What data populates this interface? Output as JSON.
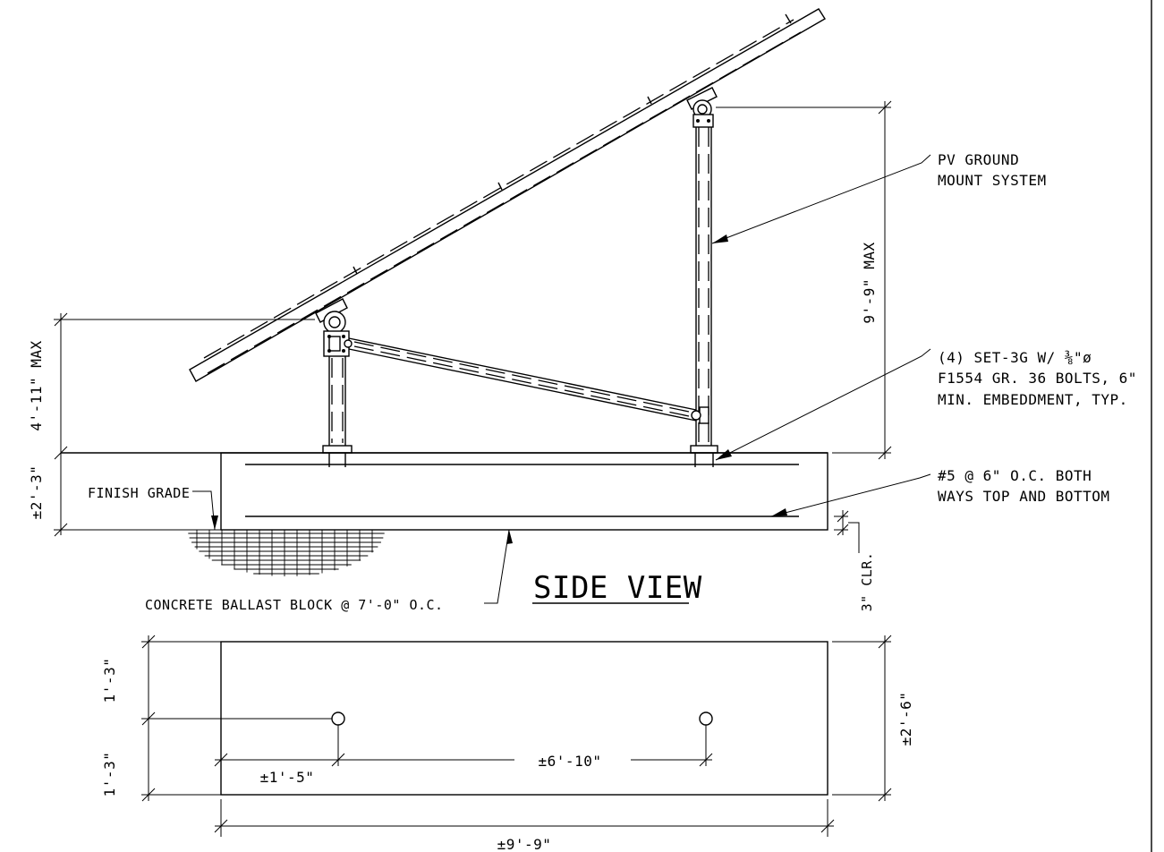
{
  "labels": {
    "pv_ground_mount": [
      "PV GROUND",
      "MOUNT SYSTEM"
    ],
    "bolts_note": [
      "(4) SET-3G W/ ⅜\"ø",
      "F1554 GR. 36 BOLTS, 6\"",
      "MIN. EMBEDDMENT, TYP."
    ],
    "rebar_note": [
      "#5 @ 6\" O.C. BOTH",
      "WAYS TOP AND BOTTOM"
    ],
    "finish_grade": "FINISH GRADE",
    "concrete_block": "CONCRETE BALLAST BLOCK @ 7'-0\" O.C.",
    "view_title": "SIDE VIEW",
    "clear_cover": "3\" CLR."
  },
  "dimensions": {
    "rear_post_height": "9'-9\" MAX",
    "front_post_height": "4'-11\" MAX",
    "block_depth": "±2'-3\"",
    "plan_half_width_top": "1'-3\"",
    "plan_half_width_bottom": "1'-3\"",
    "plan_total_width": "±2'-6\"",
    "bolt_edge_offset": "±1'-5\"",
    "bolt_spacing": "±6'-10\"",
    "block_length": "±9'-9\""
  }
}
